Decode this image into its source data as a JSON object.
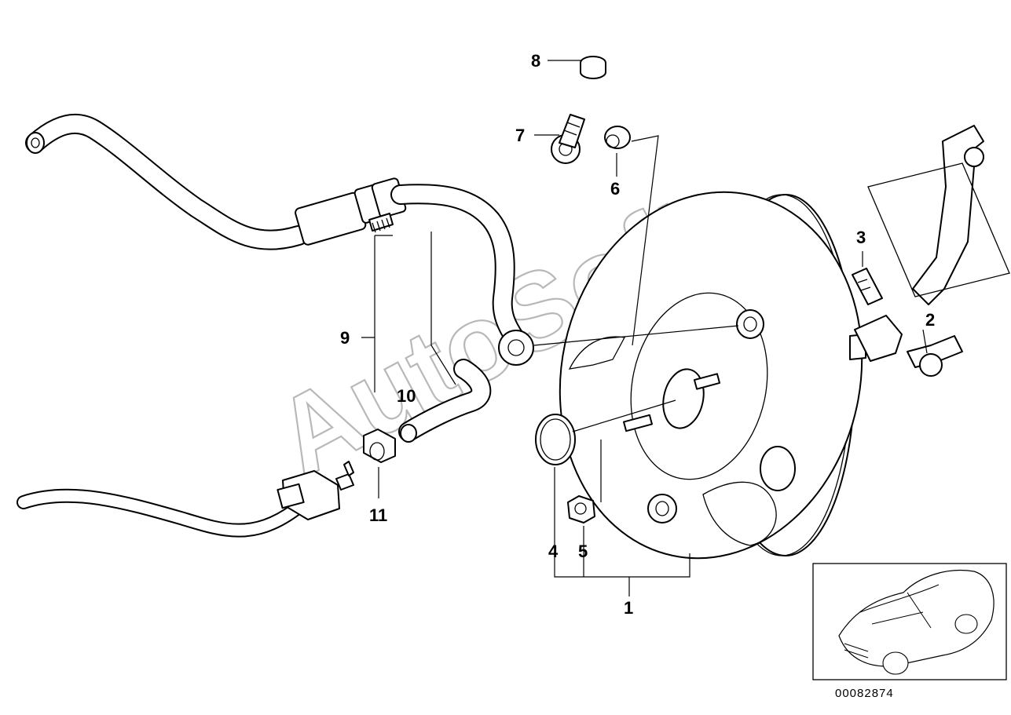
{
  "diagram": {
    "callouts": [
      {
        "id": "1",
        "text": "1"
      },
      {
        "id": "2",
        "text": "2"
      },
      {
        "id": "3",
        "text": "3"
      },
      {
        "id": "4",
        "text": "4"
      },
      {
        "id": "5",
        "text": "5"
      },
      {
        "id": "6",
        "text": "6"
      },
      {
        "id": "7",
        "text": "7"
      },
      {
        "id": "8",
        "text": "8"
      },
      {
        "id": "9",
        "text": "9"
      },
      {
        "id": "10",
        "text": "10"
      },
      {
        "id": "11",
        "text": "11"
      }
    ],
    "document_number": "00082874",
    "watermark": "AutoSoft"
  },
  "colors": {
    "line": "#000000",
    "watermark": "#b8b8b8",
    "background": "#ffffff"
  }
}
